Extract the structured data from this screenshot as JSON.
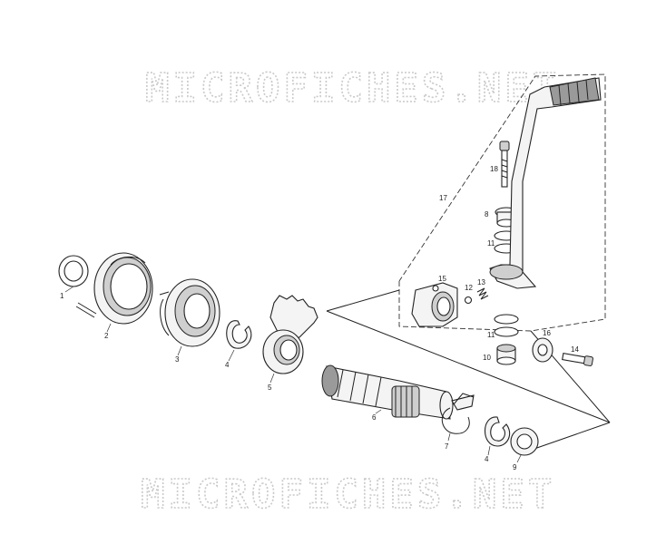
{
  "watermark": {
    "top": "MICROFICHES.NET",
    "bottom": "MICROFICHES.NET"
  },
  "callouts": {
    "p1": "1",
    "p2": "2",
    "p3": "3",
    "p4a": "4",
    "p4b": "4",
    "p5": "5",
    "p6": "6",
    "p7": "7",
    "p8": "8",
    "p9": "9",
    "p10": "10",
    "p11a": "11",
    "p11b": "11",
    "p12": "12",
    "p13": "13",
    "p14": "14",
    "p15": "15",
    "p16": "16",
    "p17": "17",
    "p18": "18"
  }
}
